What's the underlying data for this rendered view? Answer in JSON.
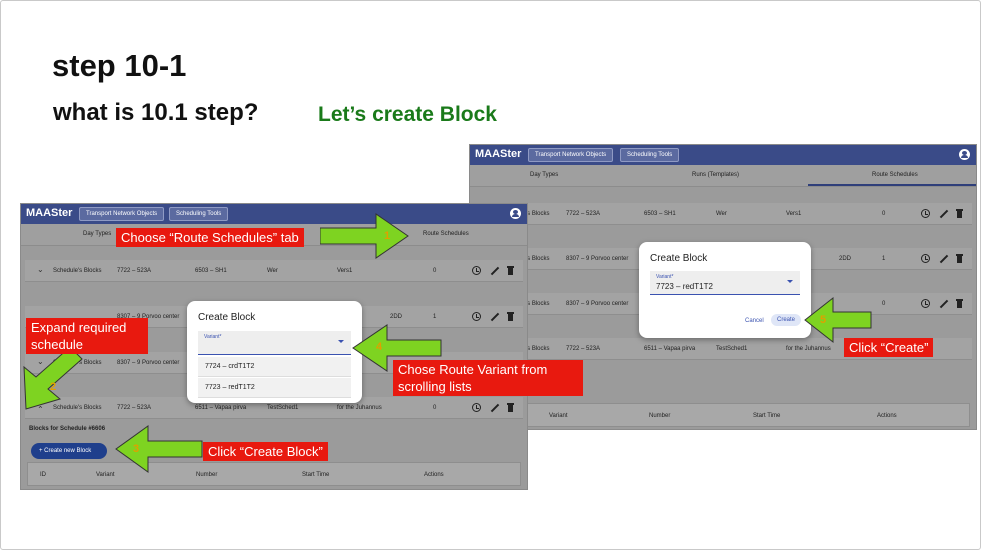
{
  "slide": {
    "title": "step 10-1",
    "subtitle": "what is 10.1 step?",
    "subtitle_green": "Let’s create Block"
  },
  "app": {
    "logo": "MAASter",
    "nav": [
      "Transport Network Objects",
      "Scheduling Tools"
    ],
    "tabs": [
      "Day Types",
      "Runs (Templates)",
      "Route Schedules"
    ]
  },
  "left_panel": {
    "tab_day_types": "Day Types",
    "tab_route_schedules": "Route Schedules",
    "rows": [
      {
        "label": "Schedule's Blocks",
        "route": "7722 – 523A",
        "stop": "6503 – SH1",
        "name": "Wer",
        "desc": "Vers1",
        "count": "0"
      },
      {
        "label": "",
        "route": "8307 – 9 Porvoo center",
        "stop": "",
        "name": "",
        "desc": "2DD",
        "count": "1"
      },
      {
        "label": "Schedule's Blocks",
        "route": "8307 – 9 Porvoo center",
        "stop": "",
        "name": "",
        "desc": "",
        "count": ""
      },
      {
        "label": "Schedule's Blocks",
        "route": "7722 – 523A",
        "stop": "6511 – Vapaa pirva",
        "name": "TestSched1",
        "desc": "for the Juhannus",
        "count": "0"
      }
    ],
    "blocks_label": "Blocks for Schedule #6606",
    "create_button": "+ Create new Block",
    "table_headers": [
      "ID",
      "Variant",
      "Number",
      "Start Time",
      "Actions"
    ],
    "dialog": {
      "title": "Create Block",
      "field_label": "Variant*",
      "options": [
        "7724 – crdT1T2",
        "7723 – redT1T2"
      ]
    }
  },
  "right_panel": {
    "rows": [
      {
        "label": "'s Blocks",
        "route": "7722 – 523A",
        "stop": "6503 – SH1",
        "name": "Wer",
        "desc": "Vers1",
        "count": "0"
      },
      {
        "label": "'s Blocks",
        "route": "8307 – 9 Porvoo center",
        "stop": "",
        "name": "",
        "desc": "2DD",
        "count": "1"
      },
      {
        "label": "'s Blocks",
        "route": "8307 – 9 Porvoo center",
        "stop": "",
        "name": "",
        "desc": "",
        "count": "0"
      },
      {
        "label": "'s Blocks",
        "route": "7722 – 523A",
        "stop": "6511 – Vapaa pirva",
        "name": "TestSched1",
        "desc": "for the Juhannus",
        "count": ""
      }
    ],
    "table_headers": [
      "Variant",
      "Number",
      "Start Time",
      "Actions"
    ],
    "dialog": {
      "title": "Create Block",
      "field_label": "Variant*",
      "field_value": "7723 – redT1T2",
      "cancel": "Cancel",
      "create": "Create"
    }
  },
  "annotations": {
    "step1": "Choose “Route Schedules” tab",
    "step2": "Expand  required schedule",
    "step3": "Click  “Create Block”",
    "step4": "Chose Route Variant from scrolling lists",
    "step5": "Click  “Create”",
    "numbers": [
      "1",
      "2",
      "3",
      "4",
      "5"
    ]
  },
  "colors": {
    "appbar": "#3a4b88",
    "callout": "#e8190f",
    "arrow_fill": "#7ed321",
    "subtitle_green": "#1a7a1a"
  }
}
